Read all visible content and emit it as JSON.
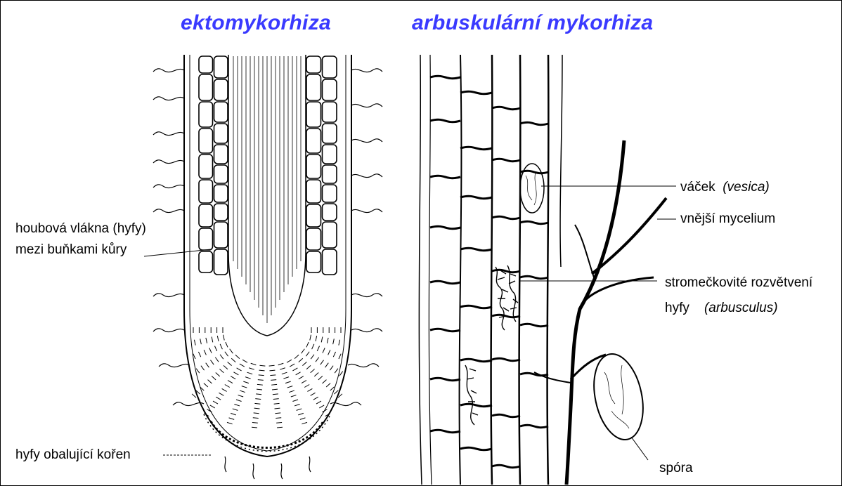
{
  "titles": {
    "left": "ektomykorhiza",
    "right": "arbuskulární mykorhiza"
  },
  "left_labels": {
    "hyphae_line1": "houbová vlákna (hyfy)",
    "hyphae_line2": "mezi buňkami kůry",
    "root_cover": "hyfy obalující kořen"
  },
  "right_labels": {
    "vesicle": "váček",
    "vesicle_latin": "(vesica)",
    "external_mycelium": "vnější mycelium",
    "arbuscule_line1": "stromečkovité rozvětvení",
    "arbuscule_line2": "hyfy",
    "arbuscule_latin": "(arbusculus)",
    "spore": "spóra"
  },
  "colors": {
    "title": "#3a3aff",
    "ink": "#000000",
    "background": "#ffffff"
  }
}
